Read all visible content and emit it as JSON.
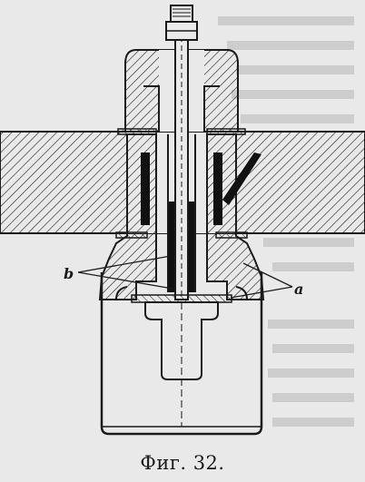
{
  "caption": "Фиг. 32.",
  "labels": {
    "b": "b",
    "a": "a"
  },
  "colors": {
    "paper": "#e9e9e9",
    "ink": "#1b1b1b",
    "hatch": "#2a2a2a"
  }
}
